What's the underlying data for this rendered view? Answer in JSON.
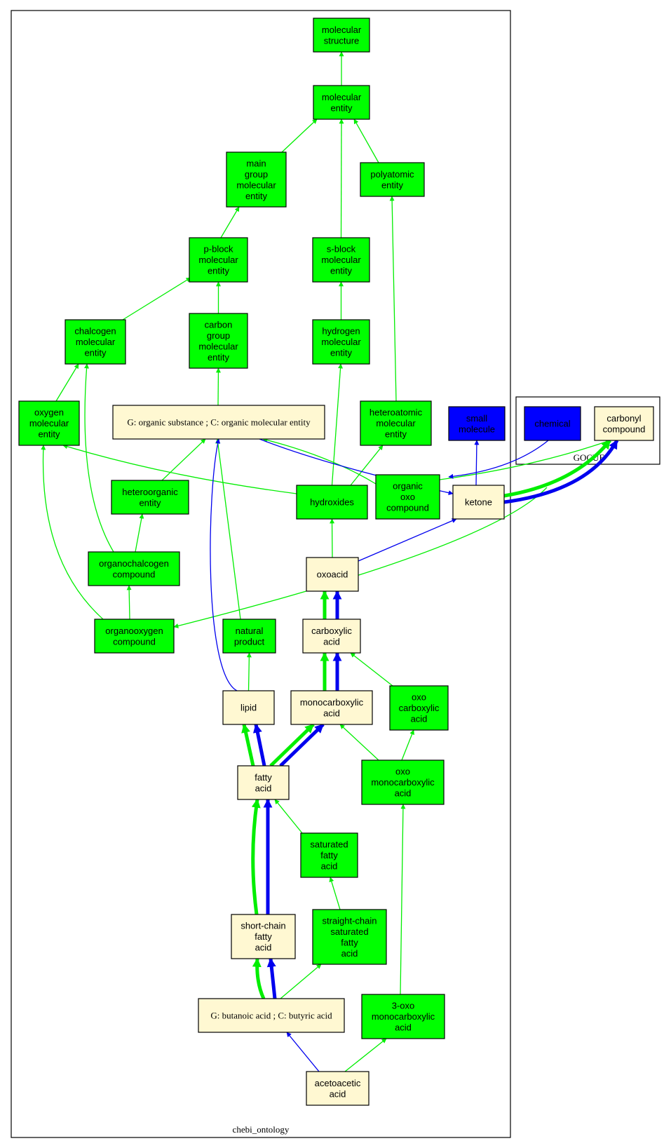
{
  "colors": {
    "green": "#00ff00",
    "cream": "#fff8d2",
    "blue": "#0000ff",
    "edge_green": "#00ee00",
    "edge_blue": "#0000ee"
  },
  "clusters": {
    "main": "chebi_ontology",
    "gocue": "GOCUE"
  },
  "nodes": [
    {
      "id": "molecular_structure",
      "lines": [
        "molecular",
        "structure"
      ],
      "fill": "green"
    },
    {
      "id": "molecular_entity",
      "lines": [
        "molecular",
        "entity"
      ],
      "fill": "green"
    },
    {
      "id": "main_group",
      "lines": [
        "main",
        "group",
        "molecular",
        "entity"
      ],
      "fill": "green"
    },
    {
      "id": "polyatomic",
      "lines": [
        "polyatomic",
        "entity"
      ],
      "fill": "green"
    },
    {
      "id": "p_block",
      "lines": [
        "p-block",
        "molecular",
        "entity"
      ],
      "fill": "green"
    },
    {
      "id": "s_block",
      "lines": [
        "s-block",
        "molecular",
        "entity"
      ],
      "fill": "green"
    },
    {
      "id": "chalcogen",
      "lines": [
        "chalcogen",
        "molecular",
        "entity"
      ],
      "fill": "green"
    },
    {
      "id": "carbon_group",
      "lines": [
        "carbon",
        "group",
        "molecular",
        "entity"
      ],
      "fill": "green"
    },
    {
      "id": "hydrogen",
      "lines": [
        "hydrogen",
        "molecular",
        "entity"
      ],
      "fill": "green"
    },
    {
      "id": "oxygen",
      "lines": [
        "oxygen",
        "molecular",
        "entity"
      ],
      "fill": "green"
    },
    {
      "id": "organic_substance",
      "lines": [
        "G: organic substance ; C: organic molecular entity"
      ],
      "fill": "cream",
      "serif": true
    },
    {
      "id": "heteroatomic",
      "lines": [
        "heteroatomic",
        "molecular",
        "entity"
      ],
      "fill": "green"
    },
    {
      "id": "small_molecule",
      "lines": [
        "small",
        "molecule"
      ],
      "fill": "blue"
    },
    {
      "id": "chemical",
      "lines": [
        "chemical"
      ],
      "fill": "blue"
    },
    {
      "id": "carbonyl",
      "lines": [
        "carbonyl",
        "compound"
      ],
      "fill": "cream"
    },
    {
      "id": "heteroorganic",
      "lines": [
        "heteroorganic",
        "entity"
      ],
      "fill": "green"
    },
    {
      "id": "hydroxides",
      "lines": [
        "hydroxides"
      ],
      "fill": "green"
    },
    {
      "id": "organic_oxo",
      "lines": [
        "organic",
        "oxo",
        "compound"
      ],
      "fill": "green"
    },
    {
      "id": "ketone",
      "lines": [
        "ketone"
      ],
      "fill": "cream"
    },
    {
      "id": "organochalcogen",
      "lines": [
        "organochalcogen",
        "compound"
      ],
      "fill": "green"
    },
    {
      "id": "oxoacid",
      "lines": [
        "oxoacid"
      ],
      "fill": "cream"
    },
    {
      "id": "organooxygen",
      "lines": [
        "organooxygen",
        "compound"
      ],
      "fill": "green"
    },
    {
      "id": "natural_product",
      "lines": [
        "natural",
        "product"
      ],
      "fill": "green"
    },
    {
      "id": "carboxylic",
      "lines": [
        "carboxylic",
        "acid"
      ],
      "fill": "cream"
    },
    {
      "id": "lipid",
      "lines": [
        "lipid"
      ],
      "fill": "cream"
    },
    {
      "id": "monocarboxylic",
      "lines": [
        "monocarboxylic",
        "acid"
      ],
      "fill": "cream"
    },
    {
      "id": "oxo_carboxylic",
      "lines": [
        "oxo",
        "carboxylic",
        "acid"
      ],
      "fill": "green"
    },
    {
      "id": "fatty_acid",
      "lines": [
        "fatty",
        "acid"
      ],
      "fill": "cream"
    },
    {
      "id": "oxo_monocarboxylic",
      "lines": [
        "oxo",
        "monocarboxylic",
        "acid"
      ],
      "fill": "green"
    },
    {
      "id": "saturated",
      "lines": [
        "saturated",
        "fatty",
        "acid"
      ],
      "fill": "green"
    },
    {
      "id": "short_chain",
      "lines": [
        "short-chain",
        "fatty",
        "acid"
      ],
      "fill": "cream"
    },
    {
      "id": "straight_chain",
      "lines": [
        "straight-chain",
        "saturated",
        "fatty",
        "acid"
      ],
      "fill": "green"
    },
    {
      "id": "butanoic",
      "lines": [
        "G: butanoic acid ; C: butyric acid"
      ],
      "fill": "cream",
      "serif": true
    },
    {
      "id": "oxo3",
      "lines": [
        "3-oxo",
        "monocarboxylic",
        "acid"
      ],
      "fill": "green"
    },
    {
      "id": "acetoacetic",
      "lines": [
        "acetoacetic",
        "acid"
      ],
      "fill": "cream"
    }
  ]
}
